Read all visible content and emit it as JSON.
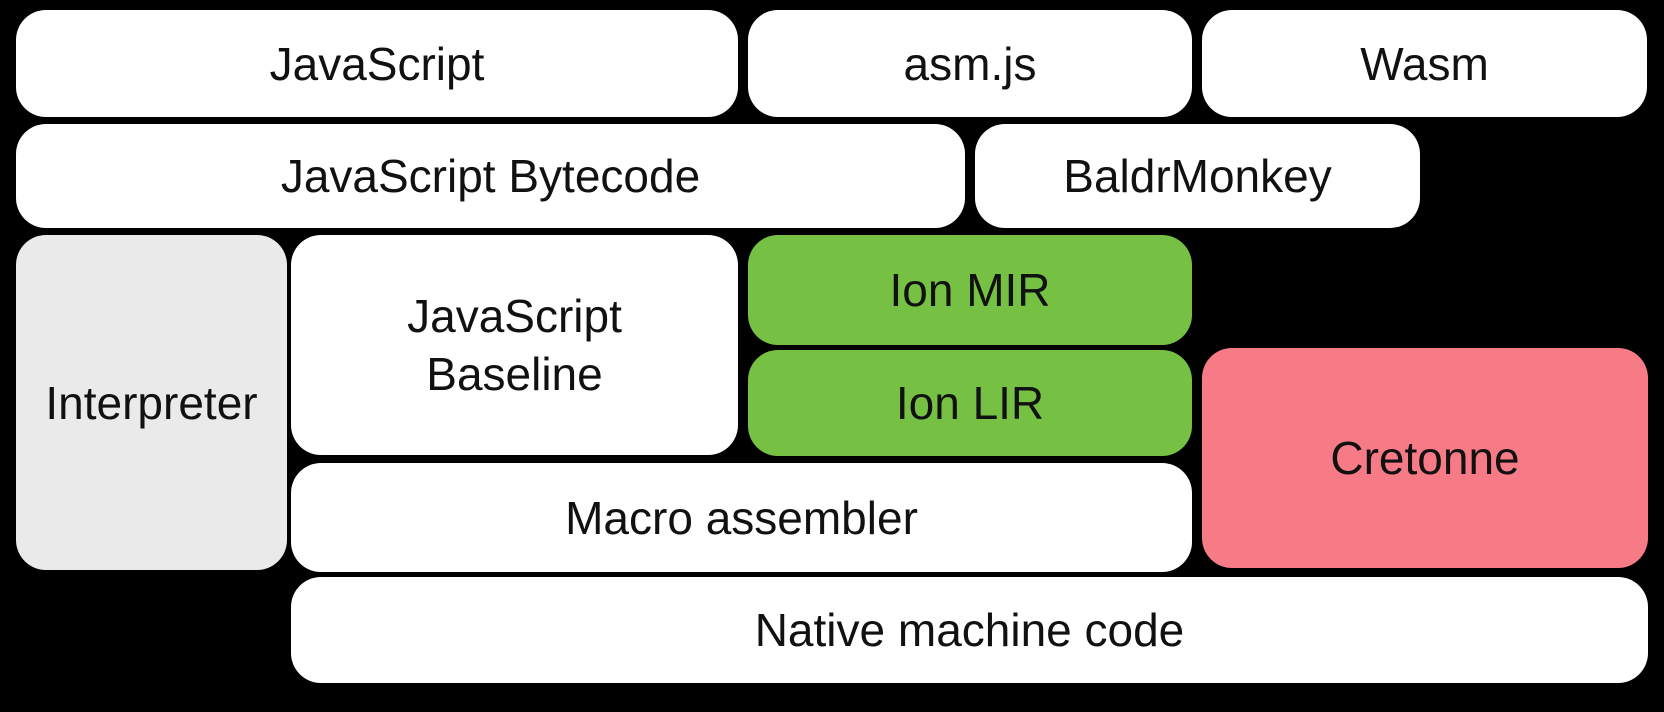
{
  "diagram": {
    "type": "block-diagram",
    "background": "#000000",
    "colors": {
      "box_default": "#ffffff",
      "box_interpreter": "#eaeaea",
      "box_ion": "#76c044",
      "box_cretonne": "#f67b87",
      "text": "#111111"
    },
    "boxes": {
      "javascript": "JavaScript",
      "asmjs": "asm.js",
      "wasm": "Wasm",
      "bytecode": "JavaScript Bytecode",
      "baldrmonkey": "BaldrMonkey",
      "interpreter": "Interpreter",
      "baseline_line1": "JavaScript",
      "baseline_line2": "Baseline",
      "ion_mir": "Ion MIR",
      "ion_lir": "Ion LIR",
      "cretonne": "Cretonne",
      "macro_assembler": "Macro assembler",
      "native_machine_code": "Native machine code"
    }
  }
}
